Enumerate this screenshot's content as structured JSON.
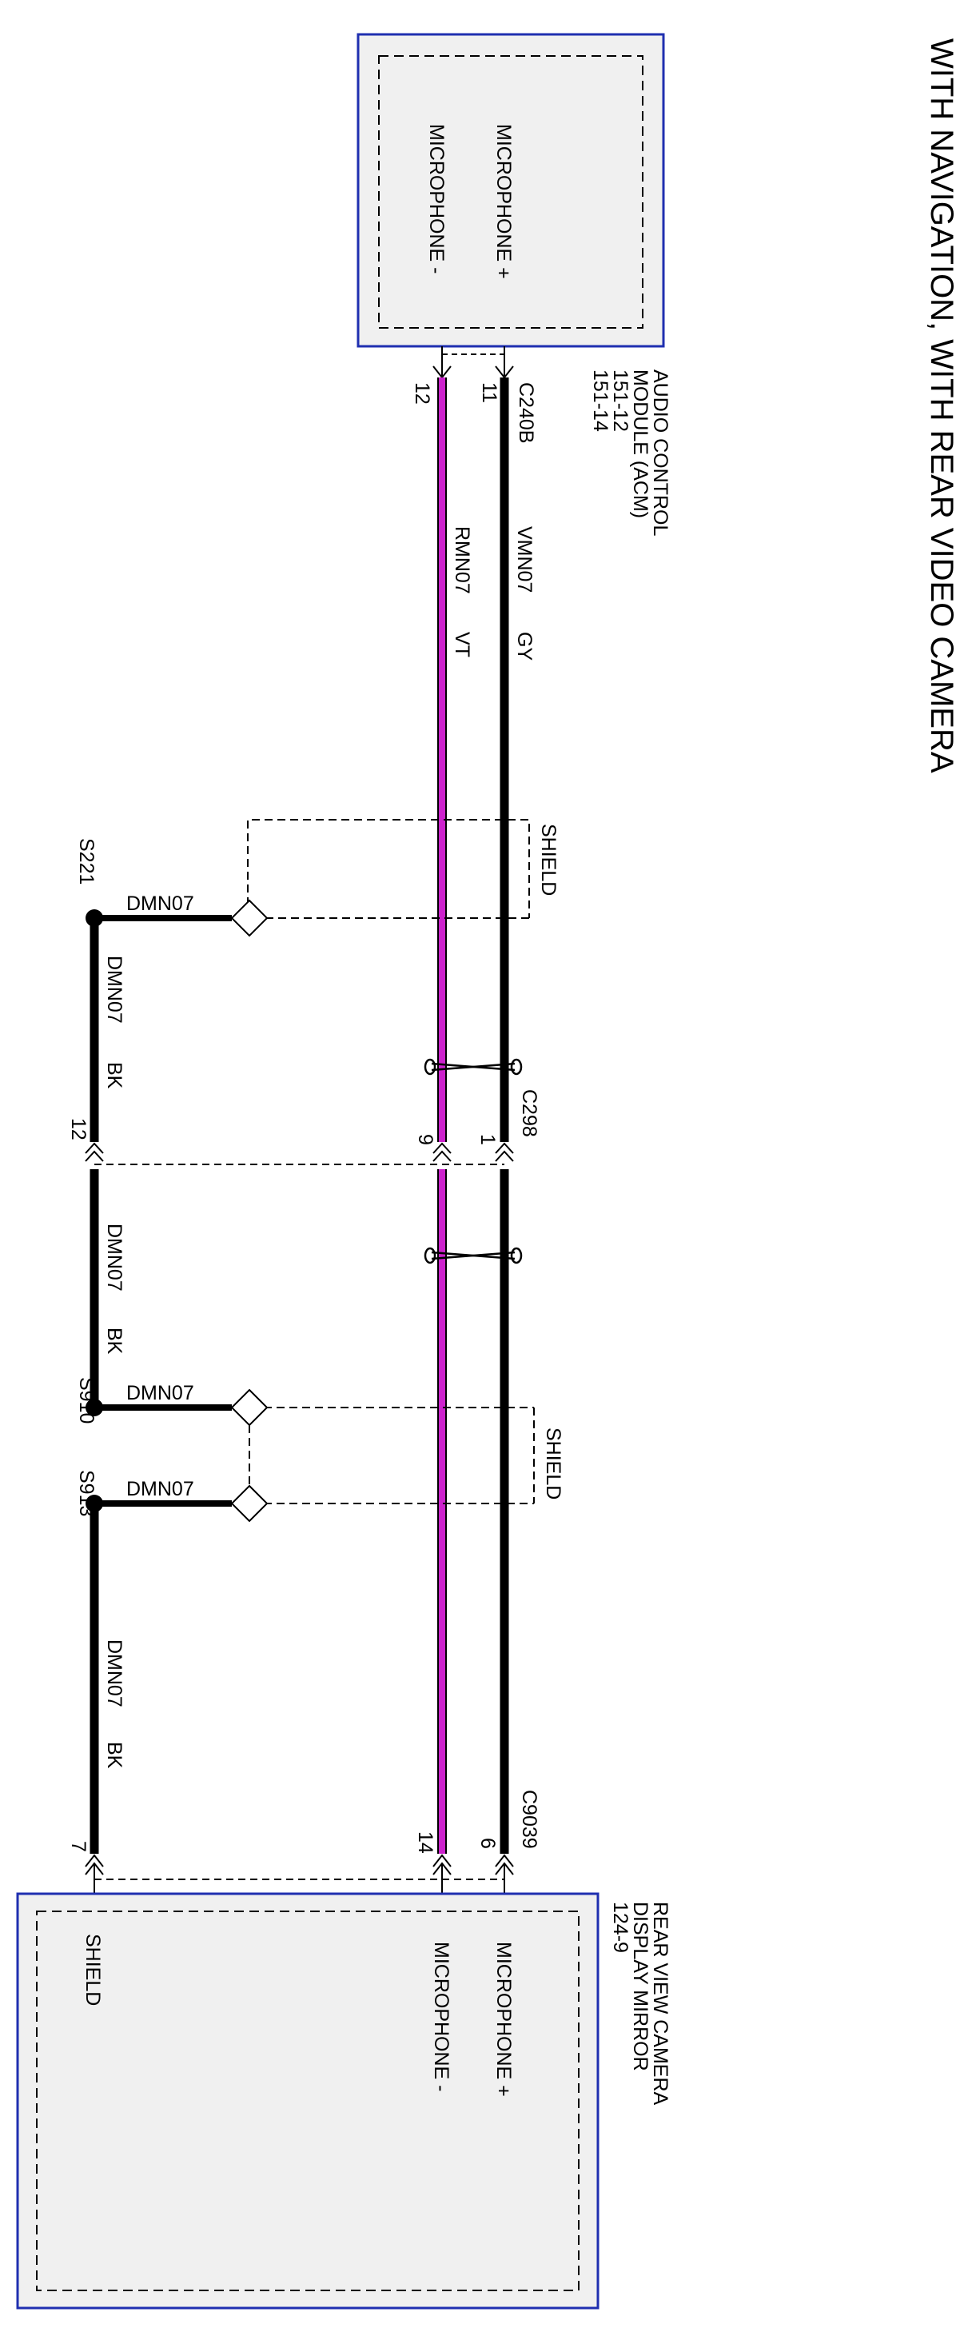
{
  "title": "WITH NAVIGATION, WITH REAR VIDEO CAMERA",
  "colors": {
    "wire_black": "#000000",
    "wire_violet": "#cc22cc",
    "module_border": "#1f2fb0",
    "module_fill": "#f0f0f0"
  },
  "acm": {
    "name_line1": "AUDIO CONTROL",
    "name_line2": "MODULE (ACM)",
    "ref1": "151-12",
    "ref2": "151-14",
    "pin_mic_pos": "MICROPHONE +",
    "pin_mic_neg": "MICROPHONE -",
    "connector": "C240B",
    "pin11": "11",
    "pin12": "12"
  },
  "wires": {
    "wire1_label": "VMN07",
    "wire1_color": "GY",
    "wire2_label": "RMN07",
    "wire2_color": "VT",
    "drain_label": "DMN07",
    "drain_color": "BK"
  },
  "shield_label": "SHIELD",
  "c298": {
    "name": "C298",
    "pin1": "1",
    "pin9": "9",
    "pin12": "12"
  },
  "splices": {
    "s221": "S221",
    "s910": "S910",
    "s913": "S913"
  },
  "c9039": {
    "name": "C9039",
    "pin6": "6",
    "pin14": "14",
    "pin7": "7"
  },
  "mirror": {
    "name_line1": "REAR VIEW CAMERA",
    "name_line2": "DISPLAY MIRROR",
    "ref": "124-9",
    "pin_mic_pos": "MICROPHONE +",
    "pin_mic_neg": "MICROPHONE -",
    "pin_shield": "SHIELD"
  }
}
